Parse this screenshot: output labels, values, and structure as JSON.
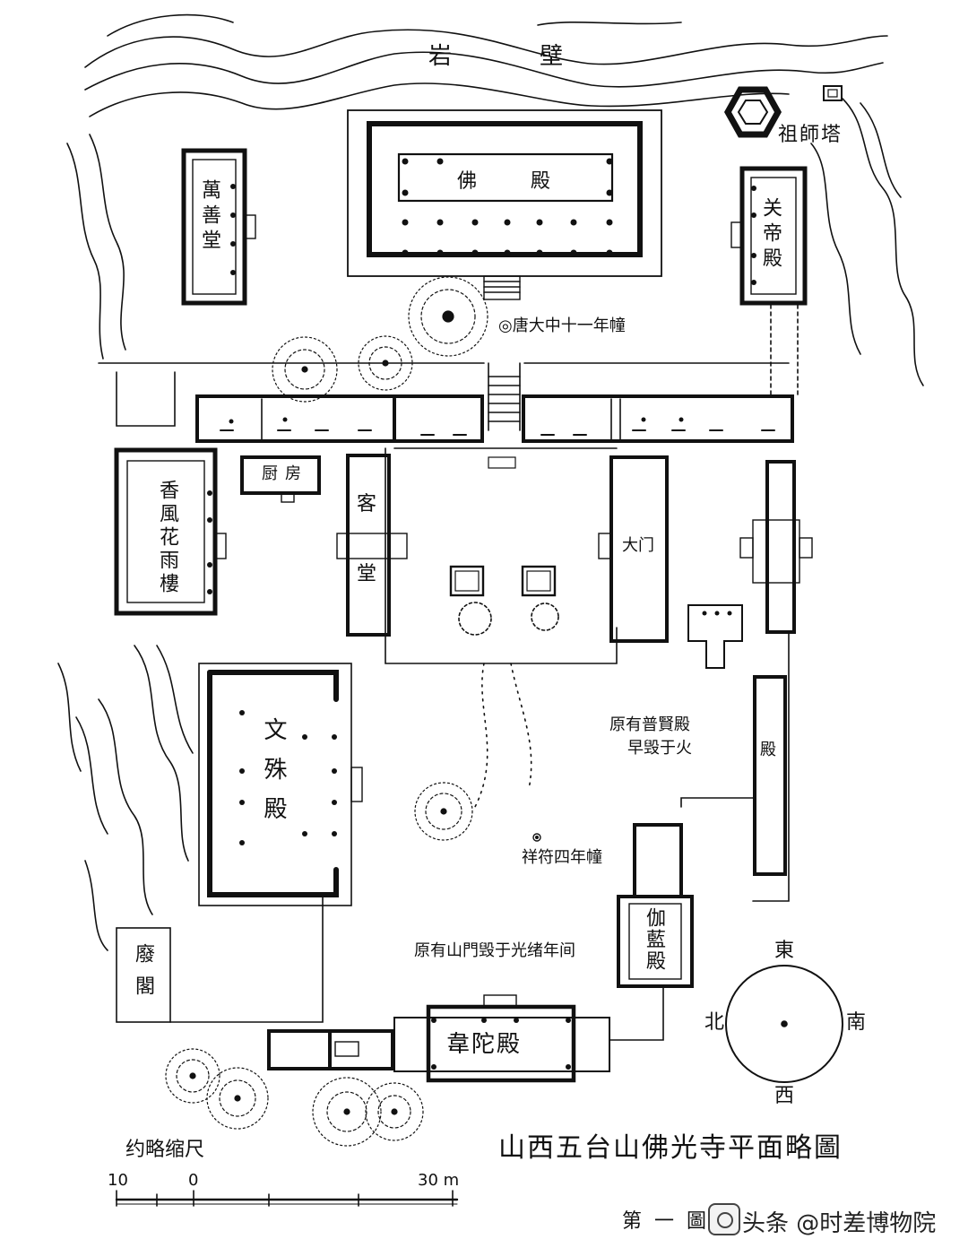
{
  "map": {
    "title": "山西五台山佛光寺平面略圖",
    "figure_no": "第一圖",
    "scale": {
      "caption": "约略缩尺",
      "ticks": [
        "10",
        "0",
        "30 m"
      ]
    },
    "compass": {
      "east": "東",
      "south": "南",
      "west": "西",
      "north": "北"
    },
    "features": {
      "cliff": "岩壁",
      "patriarch_pagoda": "祖師塔",
      "main_hall": "佛殿",
      "wanshan_hall": "萬善堂",
      "guandi_hall": "关帝殿",
      "tang_pillar": "◎唐大中十一年幢",
      "xiangfeng_tower": "香風花雨樓",
      "kitchen": "厨房",
      "guest_hall_top": "客",
      "guest_hall_bottom": "堂",
      "big_gate": "大门",
      "puxian_note_line1": "原有普賢殿",
      "puxian_note_line2": "早毁于火",
      "manjusri_hall": "文殊殿",
      "east_hall": "殿",
      "xiangfu_pillar": "祥符四年幢",
      "qielan_hall": "伽藍殿",
      "ruined_pavilion": "廢閣",
      "mountain_gate_note": "原有山門毁于光绪年间",
      "weituo_hall": "韋陀殿"
    }
  },
  "watermark": {
    "text": "头条 @时差博物院",
    "icon": "toutiao-logo-icon"
  }
}
